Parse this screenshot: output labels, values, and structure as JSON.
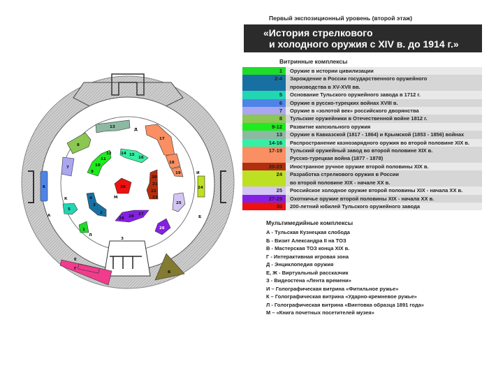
{
  "subtitle": "Первый экспозиционный уровень (второй этаж)",
  "banner": {
    "line1": "«История стрелкового",
    "line2": "и холодного оружия с XIV в. до 1914 г.»"
  },
  "vitrines": {
    "heading": "Витринные комплексы",
    "items": [
      {
        "num": "1",
        "color": "#1fdc2a",
        "lines": [
          "Оружие в истории цивилизации"
        ]
      },
      {
        "num": "2-4",
        "color": "#1870a2",
        "lines": [
          "Зарождение в России государственного оружейного",
          "производства в XV-XVII вв."
        ]
      },
      {
        "num": "5",
        "color": "#22d6b2",
        "lines": [
          "Основание Тульского оружейного завода в 1712 г."
        ]
      },
      {
        "num": "6",
        "color": "#4e84e8",
        "lines": [
          "Оружие в русско-турецких войнах XVIII в."
        ]
      },
      {
        "num": "7",
        "color": "#aaa6f0",
        "lines": [
          "Оружие в «золотой век» российского дворянства"
        ]
      },
      {
        "num": "8",
        "color": "#8cc653",
        "lines": [
          "Тульские оружейники в Отечественной войне 1812 г."
        ]
      },
      {
        "num": "9-12",
        "color": "#1eec1e",
        "lines": [
          "Развитие капсюльного оружия"
        ]
      },
      {
        "num": "13",
        "color": "#8db8a2",
        "lines": [
          "Оружие в Кавказской (1817 - 1864) и Крымской (1853 - 1856) войнах"
        ]
      },
      {
        "num": "14-16",
        "color": "#34f0a4",
        "lines": [
          "Распространение казнозарядного оружия во второй половине XIX в."
        ]
      },
      {
        "num": "17-19",
        "color": "#f98f62",
        "lines": [
          "Тульский оружейный завод во второй половине XIX в.",
          "Русско-турецкая война (1877 - 1878)"
        ]
      },
      {
        "num": "20-23",
        "color": "#b12e0e",
        "lines": [
          "Иностранное ручное оружие второй половины XIX в."
        ]
      },
      {
        "num": "24",
        "color": "#bde022",
        "lines": [
          "Разработка стрелкового оружия в России",
          "во второй половине XIX - начале XX в."
        ]
      },
      {
        "num": "25",
        "color": "#d4c6f4",
        "lines": [
          "Российское холодное оружие второй половины XIX - начала XX в."
        ]
      },
      {
        "num": "27-29",
        "color": "#8420e4",
        "lines": [
          "Охотничье оружие второй половины XIX - начала XX в."
        ]
      },
      {
        "num": "30",
        "color": "#ee1111",
        "lines": [
          "200-летний юбилей Тульского оружейного завода"
        ]
      }
    ]
  },
  "multimedia": {
    "heading": "Мультимедийные комплексы",
    "items": [
      "А - Тульская Кузнецкая слобода",
      "Б - Визит Александра II на ТОЗ",
      "В - Мастерская ТОЗ конца XIX в.",
      "Г - Интерактивная игровая зона",
      "Д - Энциклопедия оружия",
      "Е, Ж - Виртуальный рассказчик",
      "З - Видеостена «Лента времени»",
      "И – Голографическая витрина «Фитильное ружье»",
      "К – Голографическая витрина «Ударно-кремневое  ружье»",
      "Л - Голографическая витрина «Винтовка образца 1891 года»",
      "М – «Книга почетных посетителей музея»"
    ]
  },
  "map": {
    "labels": {
      "n1": "1",
      "n2": "2",
      "n3": "3",
      "n4": "4",
      "n5": "5",
      "n6": "6",
      "n7": "7",
      "n8": "8",
      "n9": "9",
      "n10": "10",
      "n11": "11",
      "n12": "12",
      "n13": "13",
      "n14": "14",
      "n15": "15",
      "n16": "16",
      "n17": "17",
      "n18": "18",
      "n19": "19",
      "n20": "20",
      "n21": "21",
      "n22": "22",
      "n23": "23",
      "n24": "24",
      "n25": "25",
      "n26": "26",
      "n27": "27",
      "n28": "28",
      "n29": "29",
      "n30": "30",
      "A": "А",
      "B": "Б",
      "V": "В",
      "G": "Г",
      "D": "Д",
      "E": "Е",
      "Z": "З",
      "K": "К",
      "L": "Л",
      "M": "М",
      "I": "И"
    }
  }
}
